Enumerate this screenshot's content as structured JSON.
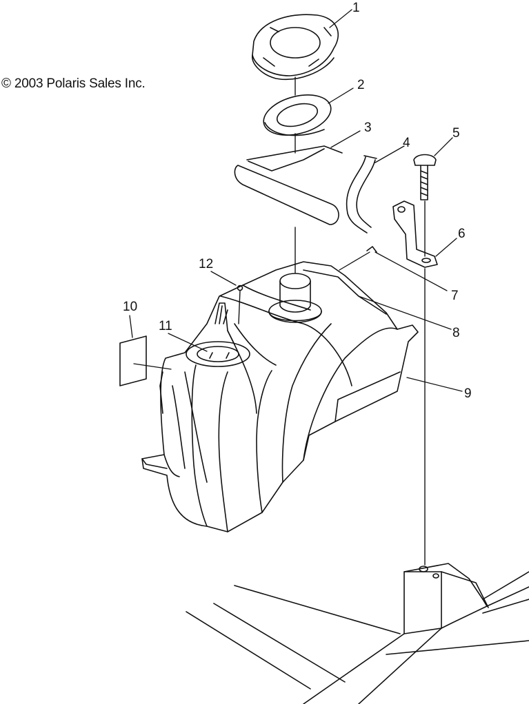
{
  "copyright": "© 2003 Polaris Sales Inc.",
  "callouts": [
    {
      "id": "1",
      "label": "1"
    },
    {
      "id": "2",
      "label": "2"
    },
    {
      "id": "3",
      "label": "3"
    },
    {
      "id": "4",
      "label": "4"
    },
    {
      "id": "5",
      "label": "5"
    },
    {
      "id": "6",
      "label": "6"
    },
    {
      "id": "7",
      "label": "7"
    },
    {
      "id": "8",
      "label": "8"
    },
    {
      "id": "9",
      "label": "9"
    },
    {
      "id": "10",
      "label": "10"
    },
    {
      "id": "11",
      "label": "11"
    },
    {
      "id": "12",
      "label": "12"
    }
  ],
  "colors": {
    "line": "#111111",
    "background": "#ffffff"
  }
}
